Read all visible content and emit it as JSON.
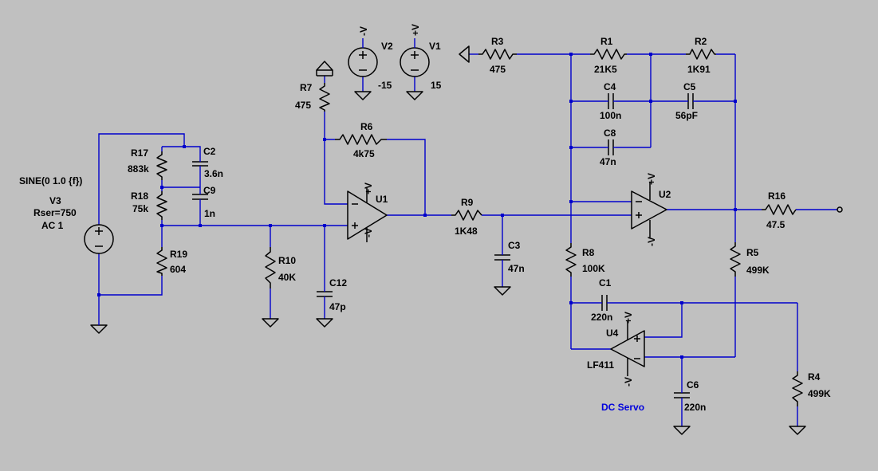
{
  "components": {
    "V3": {
      "name": "V3",
      "spec": "SINE(0 1.0 {f})",
      "rser": "Rser=750",
      "ac": "AC 1"
    },
    "V1": {
      "name": "V1",
      "value": "15"
    },
    "V2": {
      "name": "V2",
      "value": "-15"
    },
    "R1": {
      "name": "R1",
      "value": "21K5"
    },
    "R2": {
      "name": "R2",
      "value": "1K91"
    },
    "R3": {
      "name": "R3",
      "value": "475"
    },
    "R4": {
      "name": "R4",
      "value": "499K"
    },
    "R5": {
      "name": "R5",
      "value": "499K"
    },
    "R6": {
      "name": "R6",
      "value": "4k75"
    },
    "R7": {
      "name": "R7",
      "value": "475"
    },
    "R8": {
      "name": "R8",
      "value": "100K"
    },
    "R9": {
      "name": "R9",
      "value": "1K48"
    },
    "R10": {
      "name": "R10",
      "value": "40K"
    },
    "R16": {
      "name": "R16",
      "value": "47.5"
    },
    "R17": {
      "name": "R17",
      "value": "883k"
    },
    "R18": {
      "name": "R18",
      "value": "75k"
    },
    "R19": {
      "name": "R19",
      "value": "604"
    },
    "C1": {
      "name": "C1",
      "value": "220n"
    },
    "C2": {
      "name": "C2",
      "value": "3.6n"
    },
    "C3": {
      "name": "C3",
      "value": "47n"
    },
    "C4": {
      "name": "C4",
      "value": "100n"
    },
    "C5": {
      "name": "C5",
      "value": "56pF"
    },
    "C6": {
      "name": "C6",
      "value": "220n"
    },
    "C8": {
      "name": "C8",
      "value": "47n"
    },
    "C9": {
      "name": "C9",
      "value": "1n"
    },
    "C12": {
      "name": "C12",
      "value": "47p"
    },
    "U1": {
      "name": "U1"
    },
    "U2": {
      "name": "U2"
    },
    "U4": {
      "name": "U4",
      "model": "LF411"
    }
  },
  "rails": {
    "pos": "+V",
    "neg": "-V",
    "pos_short": "V",
    "neg_short": "V"
  },
  "comment": "DC Servo"
}
